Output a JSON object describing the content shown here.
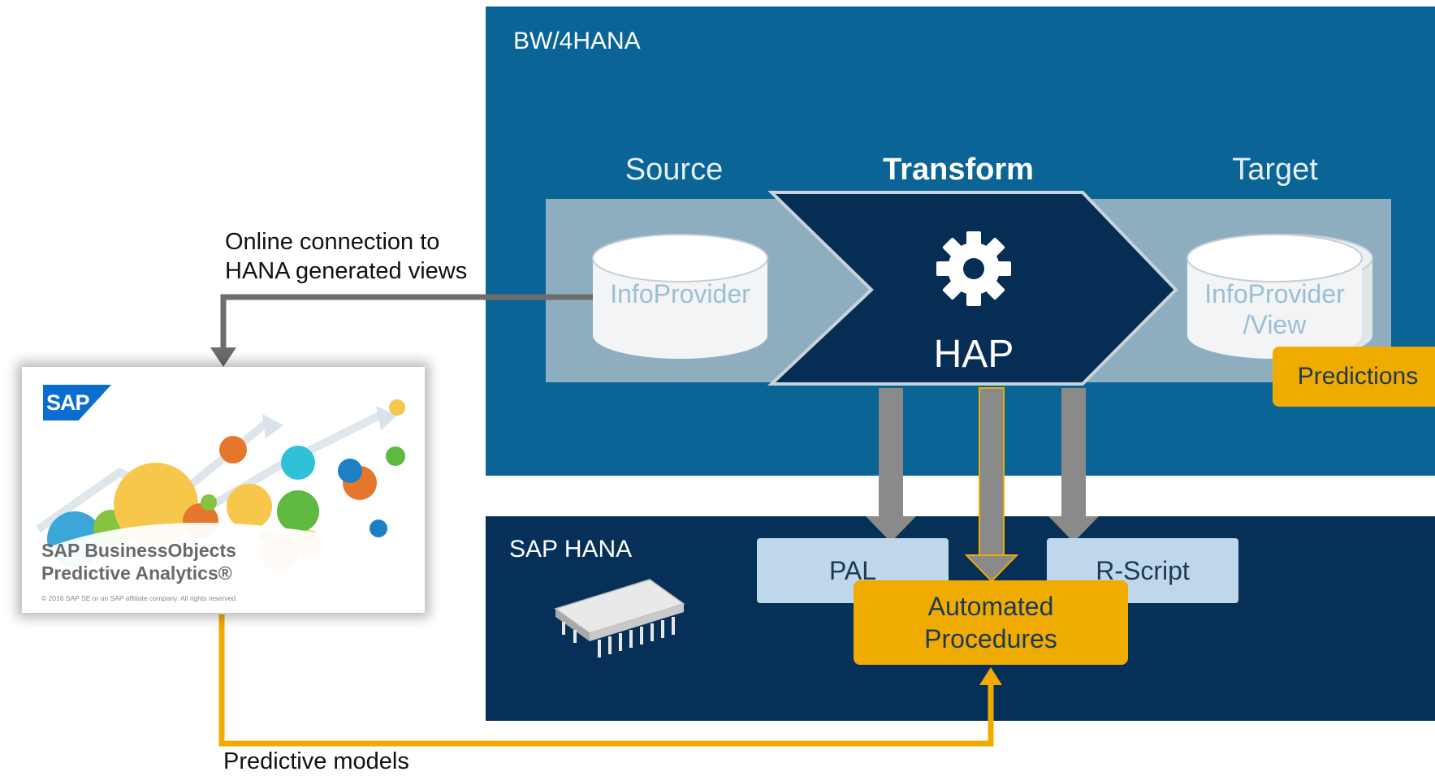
{
  "bw_panel": {
    "title": "BW/4HANA"
  },
  "columns": {
    "source": "Source",
    "transform": "Transform",
    "target": "Target"
  },
  "source_store": {
    "label": "InfoProvider"
  },
  "transform": {
    "label": "HAP",
    "icon": "gear-icon"
  },
  "target_store": {
    "line1": "InfoProvider",
    "line2": "/View"
  },
  "predictions": {
    "label": "Predictions"
  },
  "hana_panel": {
    "title": "SAP HANA",
    "icon": "memory-chip-icon"
  },
  "pal": {
    "label": "PAL"
  },
  "rscript": {
    "label": "R-Script"
  },
  "automated": {
    "line1": "Automated",
    "line2": "Procedures"
  },
  "connection": {
    "line1": "Online connection to",
    "line2": "HANA generated views"
  },
  "models": {
    "label": "Predictive models"
  },
  "app_card": {
    "logo": "SAP",
    "name_line1": "SAP BusinessObjects",
    "name_line2": "Predictive Analytics®",
    "copyright": "© 2016 SAP SE or an SAP affiliate company. All rights reserved."
  },
  "colors": {
    "bw_blue": "#0a6496",
    "hana_navy": "#063057",
    "band_grey_blue": "#8eaec0",
    "accent_orange": "#f0ab00",
    "light_blue_box": "#bed7ea",
    "arrow_grey": "#8a8a8a"
  }
}
